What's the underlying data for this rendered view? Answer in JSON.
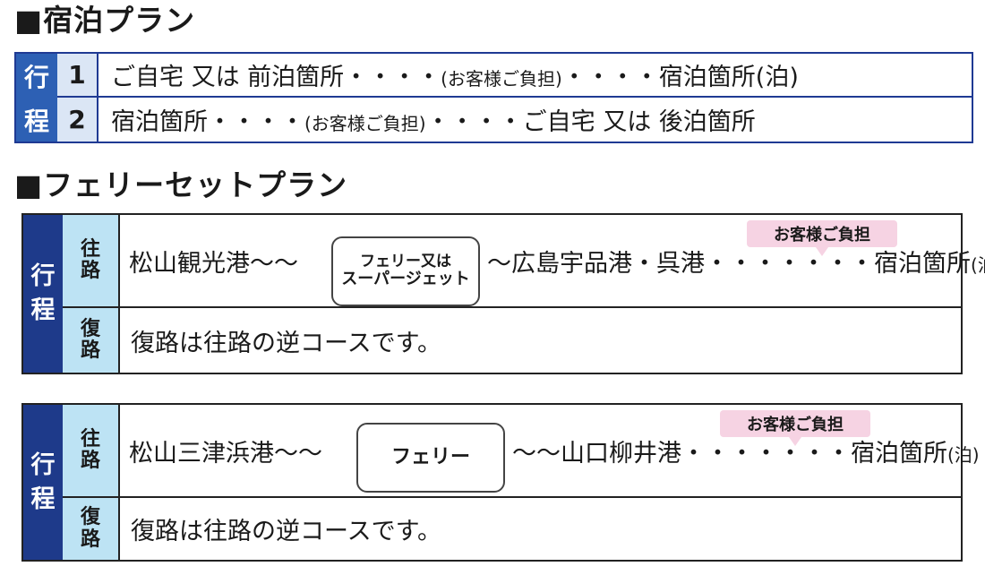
{
  "section1": {
    "heading": "■宿泊プラン",
    "kotei_chars": [
      "行",
      "程"
    ],
    "rows": [
      {
        "num": "1",
        "before": "ご自宅 又は 前泊箇所・・・・",
        "note": "(お客様ご負担)",
        "after": "・・・・宿泊箇所(泊)"
      },
      {
        "num": "2",
        "before": "宿泊箇所・・・・",
        "note": "(お客様ご負担)",
        "after": "・・・・ご自宅 又は 後泊箇所"
      }
    ]
  },
  "section2": {
    "heading": "■フェリーセットプラン",
    "plans": [
      {
        "kotei_chars": [
          "行",
          "程"
        ],
        "outbound_chars": [
          "往",
          "路"
        ],
        "return_chars": [
          "復",
          "路"
        ],
        "origin": "松山観光港〜〜",
        "vessel_line1": "フェリー又は",
        "vessel_line2": "スーパージェット",
        "destination": "〜広島宇品港・呉港・・・・・・・宿泊箇所",
        "dest_suffix": "(泊)",
        "bubble": "お客様ご負担",
        "return_text": "復路は往路の逆コースです。"
      },
      {
        "kotei_chars": [
          "行",
          "程"
        ],
        "outbound_chars": [
          "往",
          "路"
        ],
        "return_chars": [
          "復",
          "路"
        ],
        "origin": "松山三津浜港〜〜",
        "vessel": "フェリー",
        "destination": "〜〜山口柳井港・・・・・・・宿泊箇所",
        "dest_suffix": "(泊)",
        "bubble": "お客様ご負担",
        "return_text": "復路は往路の逆コースです。"
      }
    ]
  },
  "colors": {
    "plan_blue": "#2d60b4",
    "number_cell": "#dbe6f5",
    "ferry_navy": "#1e3a8a",
    "route_label_cell": "#bde3f4",
    "bubble_pink": "#f6d3e3"
  }
}
